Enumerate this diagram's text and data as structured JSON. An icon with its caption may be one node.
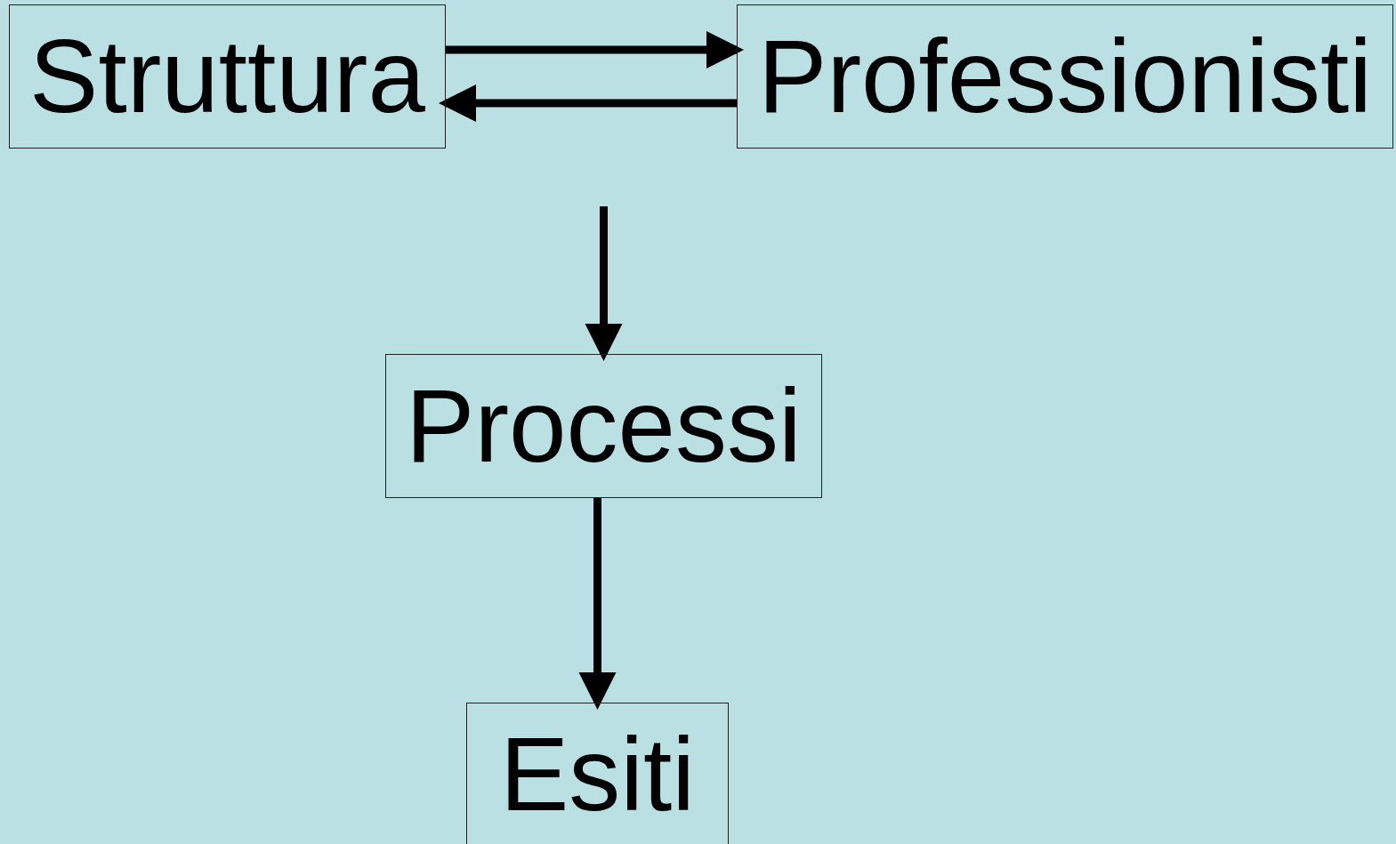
{
  "diagram": {
    "nodes": [
      {
        "text": [
          "Struttura"
        ]
      },
      {
        "text": [
          "Professionisti"
        ]
      },
      {
        "text": [
          "Processi"
        ]
      },
      {
        "text": [
          "Esiti"
        ]
      }
    ],
    "edges": [
      {
        "from": 0,
        "to": 1,
        "arrow": "to"
      },
      {
        "from": 1,
        "to": 0,
        "arrow": "to"
      },
      {
        "from": null,
        "to": 2,
        "arrow": "to"
      },
      {
        "from": 2,
        "to": 3,
        "arrow": "to"
      }
    ]
  }
}
